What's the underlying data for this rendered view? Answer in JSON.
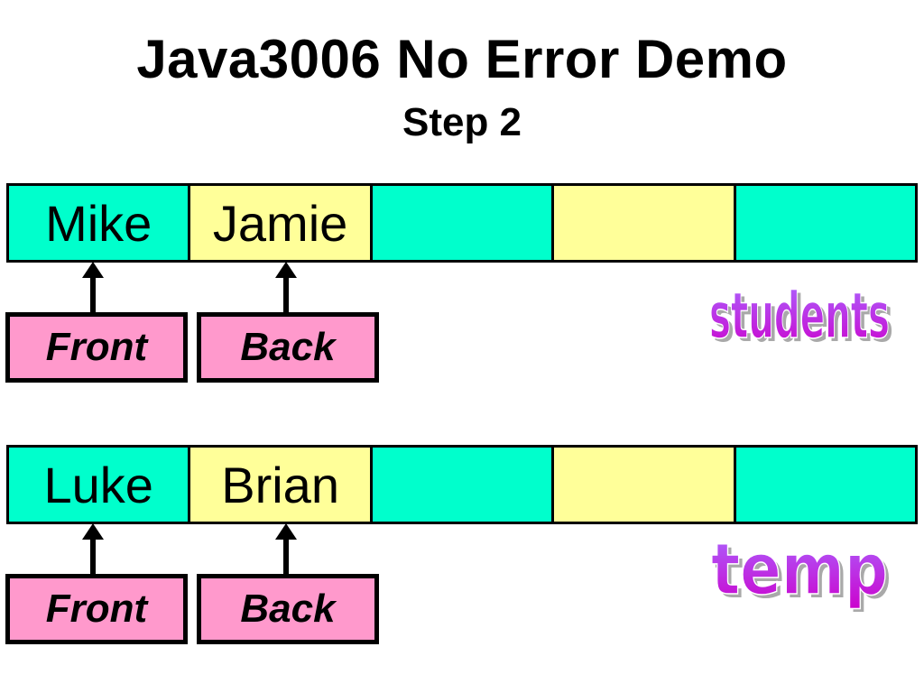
{
  "title": "Java3006 No Error Demo",
  "subtitle": "Step 2",
  "queues": [
    {
      "name": "students",
      "cells": [
        "Mike",
        "Jamie",
        "",
        "",
        ""
      ],
      "front_label": "Front",
      "back_label": "Back"
    },
    {
      "name": "temp",
      "cells": [
        "Luke",
        "Brian",
        "",
        "",
        ""
      ],
      "front_label": "Front",
      "back_label": "Back"
    }
  ],
  "colors": {
    "cell_cyan": "#00ffcc",
    "cell_yellow": "#ffff99",
    "pointer_box": "#ff99cc",
    "wordart_top": "#9933ff",
    "wordart_bottom": "#cc00cc"
  }
}
